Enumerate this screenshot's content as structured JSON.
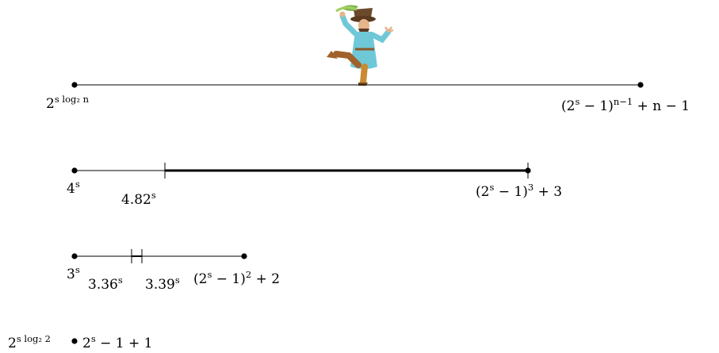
{
  "rows": [
    {
      "left_label": {
        "base": "2",
        "exp": "s log₂ n"
      },
      "right_label": {
        "prefix": "(2",
        "exp": "s",
        "mid": " − 1)",
        "exp2": "n−1",
        "tail": " + n − 1"
      }
    },
    {
      "left_label": {
        "base": "4",
        "exp": "s"
      },
      "tick_label": {
        "base": "4.82",
        "exp": "s"
      },
      "right_label": {
        "prefix": "(2",
        "exp": "s",
        "mid": " − 1)",
        "exp2": "3",
        "tail": " + 3"
      }
    },
    {
      "left_label": {
        "base": "3",
        "exp": "s"
      },
      "tick1_label": {
        "base": "3.36",
        "exp": "s"
      },
      "tick2_label": {
        "base": "3.39",
        "exp": "s"
      },
      "right_label": {
        "prefix": "(2",
        "exp": "s",
        "mid": " − 1)",
        "exp2": "2",
        "tail": " + 2"
      }
    },
    {
      "left_label": {
        "base": "2",
        "exp": "s log₂ 2"
      },
      "right_label": {
        "prefix": "2",
        "exp": "s",
        "tail": " − 1 + 1"
      }
    }
  ],
  "illustration": "dancing-man-in-hat"
}
